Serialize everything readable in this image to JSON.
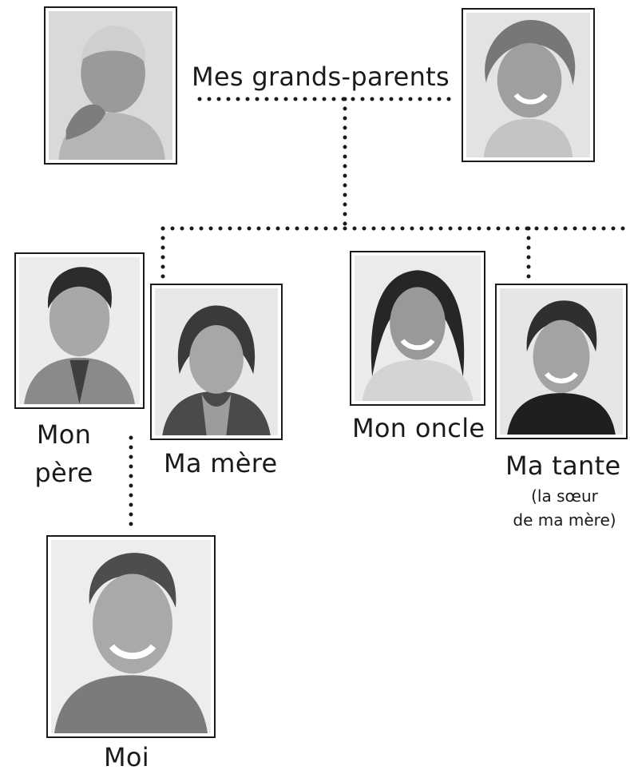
{
  "labels": {
    "grandparents": "Mes grands-parents",
    "father_line1": "Mon",
    "father_line2": "père",
    "mother": "Ma mère",
    "uncle": "Mon oncle",
    "aunt": "Ma tante",
    "aunt_note_line1": "(la sœur",
    "aunt_note_line2": "de ma mère)",
    "me": "Moi"
  },
  "colors": {
    "line": "#1a1a1a",
    "photo_background": "#e6e6e6",
    "portrait_shade": "#8f8f8f"
  }
}
